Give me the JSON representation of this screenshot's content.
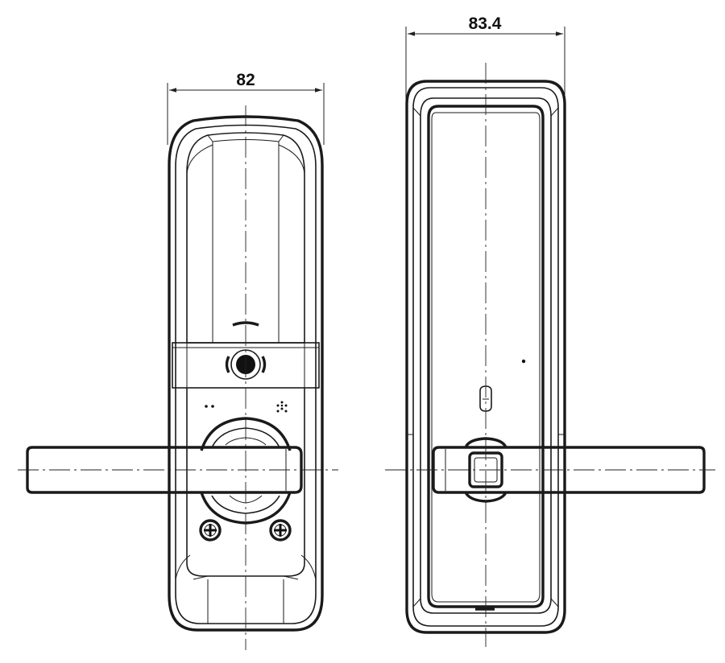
{
  "dimensions": {
    "front_width": "82",
    "back_width": "83.4"
  },
  "views": {
    "front": "front-view",
    "back": "back-view"
  },
  "colors": {
    "line": "#1a1a1a",
    "background": "#ffffff"
  }
}
